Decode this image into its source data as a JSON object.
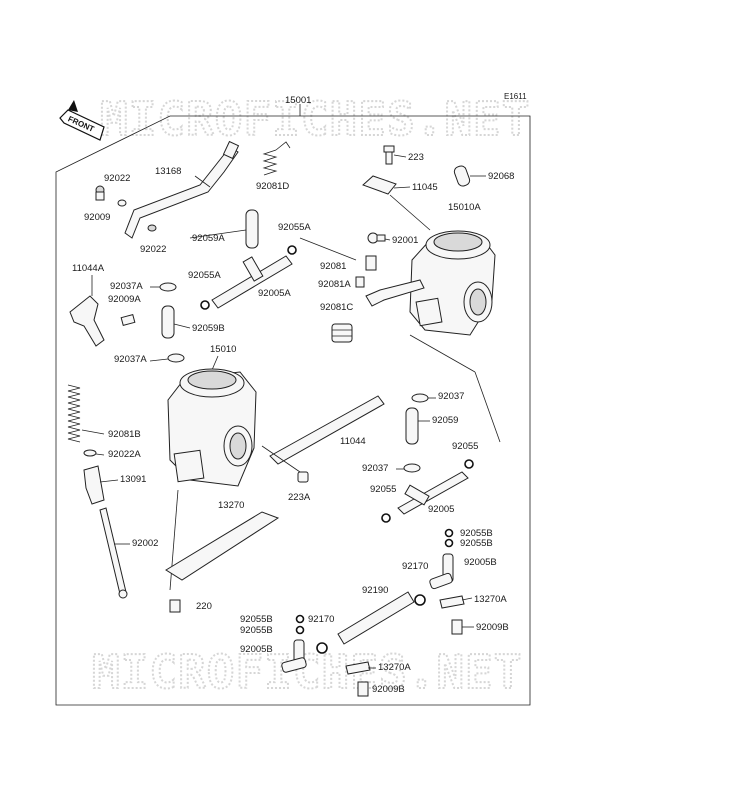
{
  "diagram": {
    "code": "E1611",
    "main_part": "15001",
    "front_badge": "FRONT",
    "watermarks": [
      "MICROFICHES.NET",
      "MICROFICHES.NET"
    ],
    "labels": [
      {
        "id": "15001",
        "text": "15001"
      },
      {
        "id": "13168",
        "text": "13168"
      },
      {
        "id": "92022a",
        "text": "92022"
      },
      {
        "id": "92009",
        "text": "92009"
      },
      {
        "id": "92022b",
        "text": "92022"
      },
      {
        "id": "92081D",
        "text": "92081D"
      },
      {
        "id": "223top",
        "text": "223"
      },
      {
        "id": "11045",
        "text": "11045"
      },
      {
        "id": "92068",
        "text": "92068"
      },
      {
        "id": "15010A",
        "text": "15010A"
      },
      {
        "id": "92059A",
        "text": "92059A"
      },
      {
        "id": "92055Atop",
        "text": "92055A"
      },
      {
        "id": "92001",
        "text": "92001"
      },
      {
        "id": "11044A",
        "text": "11044A"
      },
      {
        "id": "92081",
        "text": "92081"
      },
      {
        "id": "92037Atop",
        "text": "92037A"
      },
      {
        "id": "92055Amid",
        "text": "92055A"
      },
      {
        "id": "92081A",
        "text": "92081A"
      },
      {
        "id": "92005A",
        "text": "92005A"
      },
      {
        "id": "92009A",
        "text": "92009A"
      },
      {
        "id": "92081C",
        "text": "92081C"
      },
      {
        "id": "92059B",
        "text": "92059B"
      },
      {
        "id": "92037Amid",
        "text": "92037A"
      },
      {
        "id": "15010",
        "text": "15010"
      },
      {
        "id": "92037r",
        "text": "92037"
      },
      {
        "id": "92059r",
        "text": "92059"
      },
      {
        "id": "92081B",
        "text": "92081B"
      },
      {
        "id": "11044",
        "text": "11044"
      },
      {
        "id": "92022A",
        "text": "92022A"
      },
      {
        "id": "92055r",
        "text": "92055"
      },
      {
        "id": "92037r2",
        "text": "92037"
      },
      {
        "id": "13091",
        "text": "13091"
      },
      {
        "id": "223A",
        "text": "223A"
      },
      {
        "id": "92055r2",
        "text": "92055"
      },
      {
        "id": "92005",
        "text": "92005"
      },
      {
        "id": "13270",
        "text": "13270"
      },
      {
        "id": "92055Bt1",
        "text": "92055B"
      },
      {
        "id": "92055Bt2",
        "text": "92055B"
      },
      {
        "id": "92002",
        "text": "92002"
      },
      {
        "id": "92170r",
        "text": "92170"
      },
      {
        "id": "92005Br",
        "text": "92005B"
      },
      {
        "id": "92190",
        "text": "92190"
      },
      {
        "id": "13270Ar",
        "text": "13270A"
      },
      {
        "id": "220",
        "text": "220"
      },
      {
        "id": "92009Br",
        "text": "92009B"
      },
      {
        "id": "92055Bl1",
        "text": "92055B"
      },
      {
        "id": "92170l",
        "text": "92170"
      },
      {
        "id": "92055Bl2",
        "text": "92055B"
      },
      {
        "id": "92005Bl",
        "text": "92005B"
      },
      {
        "id": "13270Al",
        "text": "13270A"
      },
      {
        "id": "92009Bl",
        "text": "92009B"
      }
    ]
  }
}
